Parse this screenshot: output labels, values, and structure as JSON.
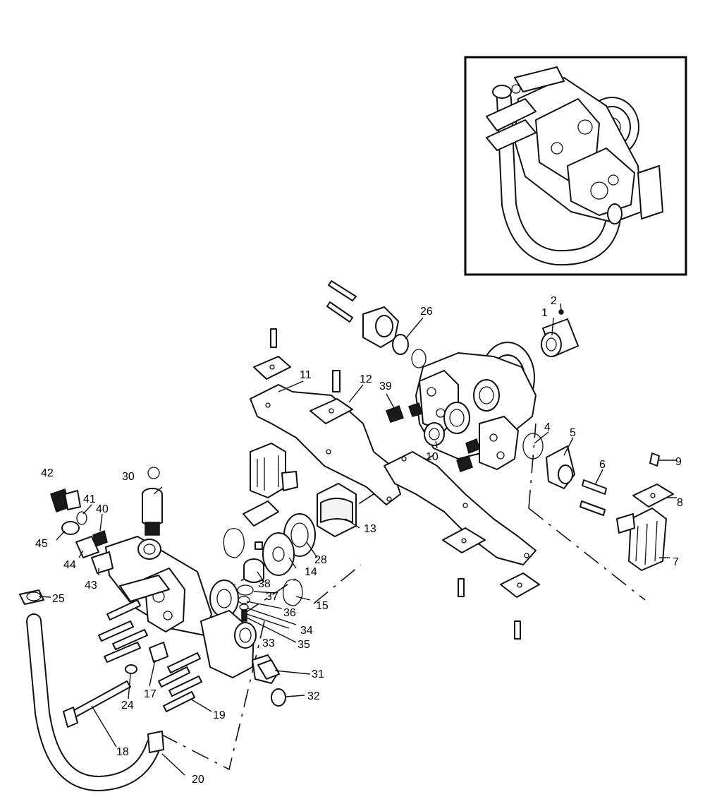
{
  "callouts": {
    "c1": "1",
    "c2": "2",
    "c4": "4",
    "c5": "5",
    "c6": "6",
    "c7": "7",
    "c8": "8",
    "c9": "9",
    "c10": "10",
    "c11": "11",
    "c12": "12",
    "c13": "13",
    "c14": "14",
    "c15": "15",
    "c17": "17",
    "c18": "18",
    "c19": "19",
    "c20": "20",
    "c24": "24",
    "c25": "25",
    "c26": "26",
    "c28": "28",
    "c30": "30",
    "c31": "31",
    "c32": "32",
    "c33": "33",
    "c34": "34",
    "c35": "35",
    "c36": "36",
    "c37": "37",
    "c38": "38",
    "c39": "39",
    "c40": "40",
    "c41": "41",
    "c42": "42",
    "c43": "43",
    "c44": "44",
    "c45": "45"
  },
  "colors": {
    "line": "#111111",
    "background": "#ffffff"
  }
}
